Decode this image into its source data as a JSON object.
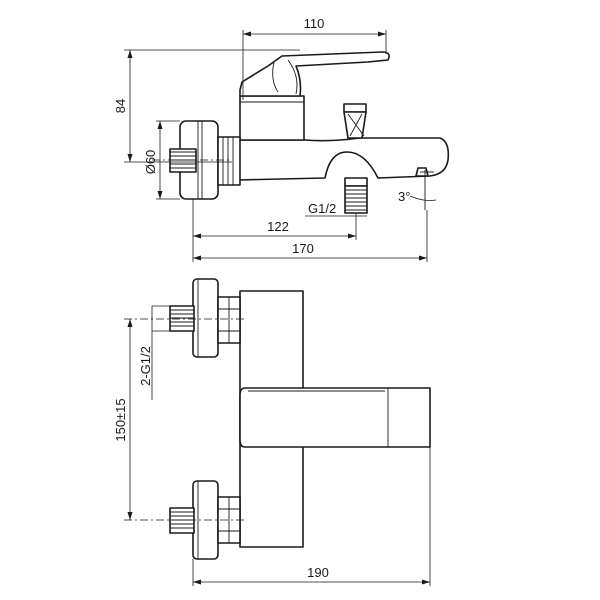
{
  "dimensions": {
    "top_width": "110",
    "height": "84",
    "diameter": "Ø60",
    "outlet_thread": "G1/2",
    "angle": "3°",
    "spout_reach": "122",
    "total_depth": "170",
    "inlet_threads": "2-G1/2",
    "centers": "150±15",
    "total_width": "190"
  }
}
